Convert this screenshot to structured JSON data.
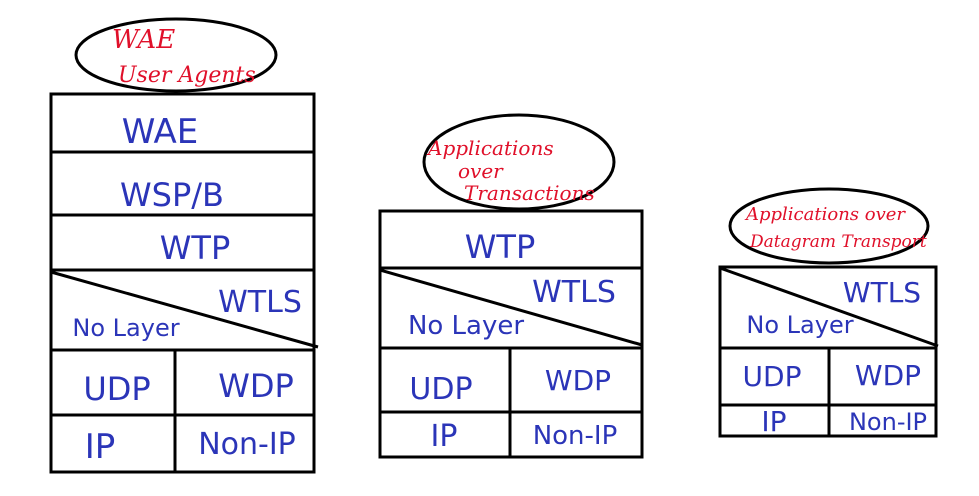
{
  "stacks": [
    {
      "bubble": [
        "WAE",
        "User Agents"
      ],
      "layers": [
        "WAE",
        "WSP/B",
        "WTP"
      ],
      "wtls": "WTLS",
      "no_layer": "No Layer",
      "udp": "UDP",
      "wdp": "WDP",
      "ip": "IP",
      "non_ip": "Non-IP"
    },
    {
      "bubble": [
        "Applications",
        "over",
        "Transactions"
      ],
      "layers": [
        "WTP"
      ],
      "wtls": "WTLS",
      "no_layer": "No Layer",
      "udp": "UDP",
      "wdp": "WDP",
      "ip": "IP",
      "non_ip": "Non-IP"
    },
    {
      "bubble": [
        "Applications over",
        "Datagram Transport"
      ],
      "layers": [],
      "wtls": "WTLS",
      "no_layer": "No Layer",
      "udp": "UDP",
      "wdp": "WDP",
      "ip": "IP",
      "non_ip": "Non-IP"
    }
  ],
  "colors": {
    "label": "#2b35b8",
    "annotation": "#e0102a",
    "outline": "#000000"
  }
}
